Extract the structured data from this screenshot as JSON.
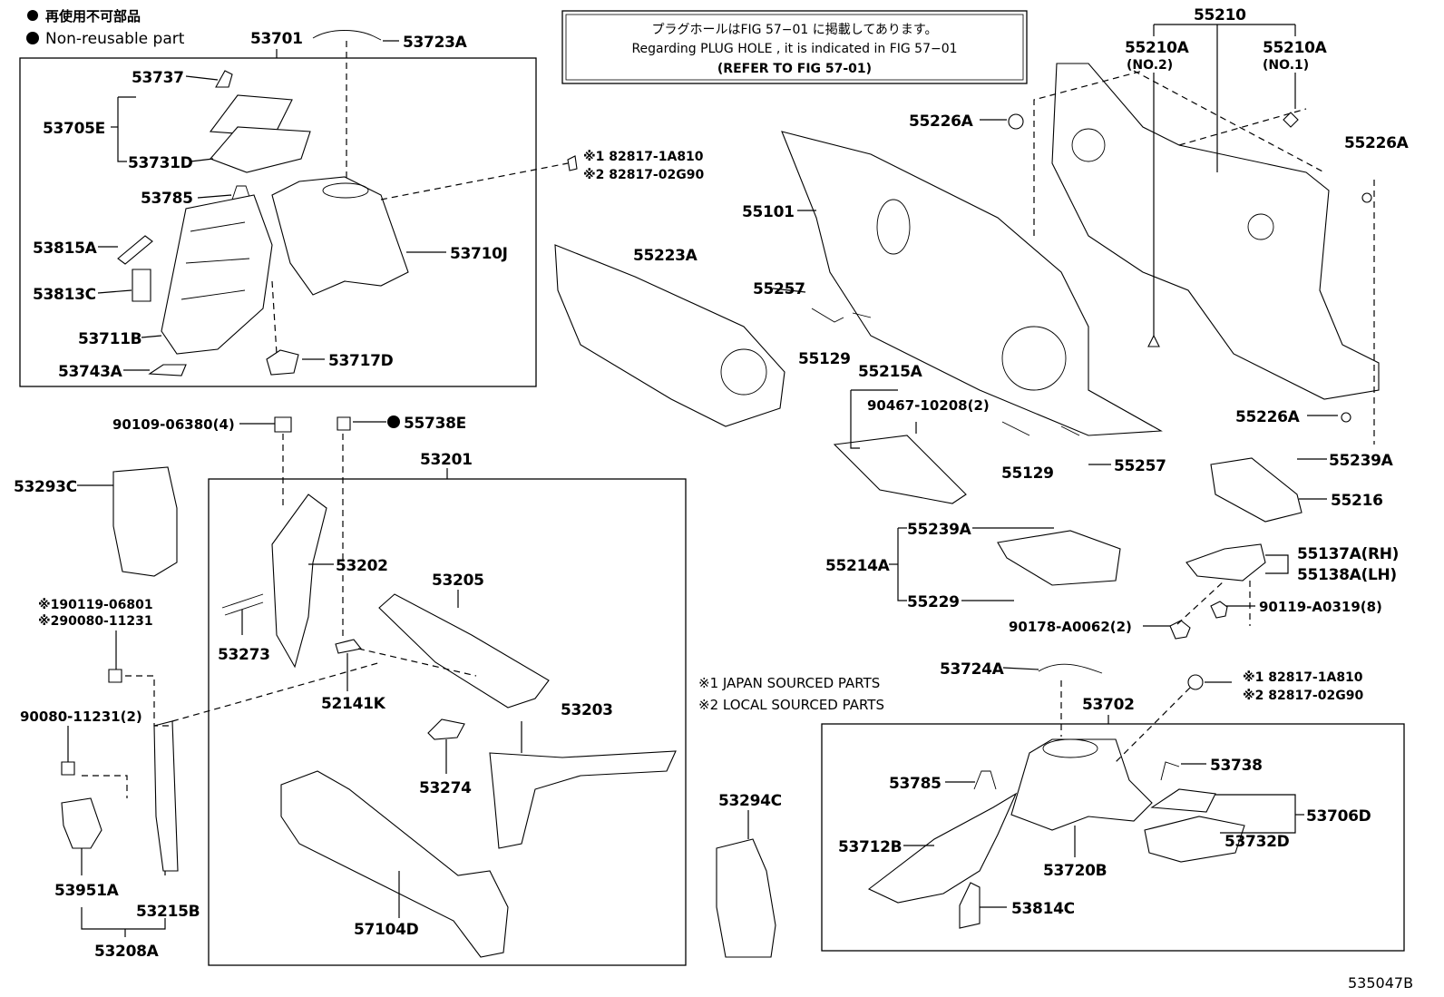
{
  "legend": {
    "jp_label": "再使用不可部品",
    "en_label": "Non-reusable part"
  },
  "notice": {
    "jp": "プラグホールはFIG 57−01 に掲載してあります。",
    "en": "Regarding PLUG HOLE , it is indicated in FIG 57−01",
    "ref": "(REFER TO FIG 57-01)"
  },
  "source_notes": {
    "n1": "※1 JAPAN SOURCED PARTS",
    "n2": "※2 LOCAL SOURCED PARTS"
  },
  "figure_id": "535047B",
  "parts": {
    "p53701": "53701",
    "p53723A": "53723A",
    "p53737": "53737",
    "p53705E": "53705E",
    "p53731D": "53731D",
    "p53785a": "53785",
    "p53815A": "53815A",
    "p53813C": "53813C",
    "p53711B": "53711B",
    "p53743A": "53743A",
    "p53717D": "53717D",
    "p53710J": "53710J",
    "p82817a1": "※1 82817-1A810",
    "p82817a2": "※2 82817-02G90",
    "p55223A": "55223A",
    "p55101": "55101",
    "p55210": "55210",
    "p55210A_no2": "55210A",
    "no2": "(NO.2)",
    "p55210A_no1": "55210A",
    "no1": "(NO.1)",
    "p55226A_a": "55226A",
    "p55226A_b": "55226A",
    "p55226A_c": "55226A",
    "p55257a": "55257",
    "p55129a": "55129",
    "p55215A": "55215A",
    "p90467": "90467-10208(2)",
    "p55129b": "55129",
    "p55257b": "55257",
    "p55239A_a": "55239A",
    "p55216": "55216",
    "p55239A_b": "55239A",
    "p55214A": "55214A",
    "p55229": "55229",
    "p55137A": "55137A(RH)",
    "p55138A": "55138A(LH)",
    "p90119": "90119-A0319(8)",
    "p90178": "90178-A0062(2)",
    "p90109": "90109-06380(4)",
    "p55738E": "55738E",
    "p53201": "53201",
    "p53293C": "53293C",
    "p53202": "53202",
    "p53205": "53205",
    "p53273": "53273",
    "p52141K": "52141K",
    "p190119a": "※190119-06801",
    "p290080": "※290080-11231",
    "p90080": "90080-11231(2)",
    "p53274": "53274",
    "p53203": "53203",
    "p57104D": "57104D",
    "p53951A": "53951A",
    "p53215B": "53215B",
    "p53208A": "53208A",
    "p53294C": "53294C",
    "p53724A": "53724A",
    "p82817b1": "※1 82817-1A810",
    "p82817b2": "※2 82817-02G90",
    "p53702": "53702",
    "p53785b": "53785",
    "p53738": "53738",
    "p53706D": "53706D",
    "p53712B": "53712B",
    "p53720B": "53720B",
    "p53732D": "53732D",
    "p53814C": "53814C"
  }
}
